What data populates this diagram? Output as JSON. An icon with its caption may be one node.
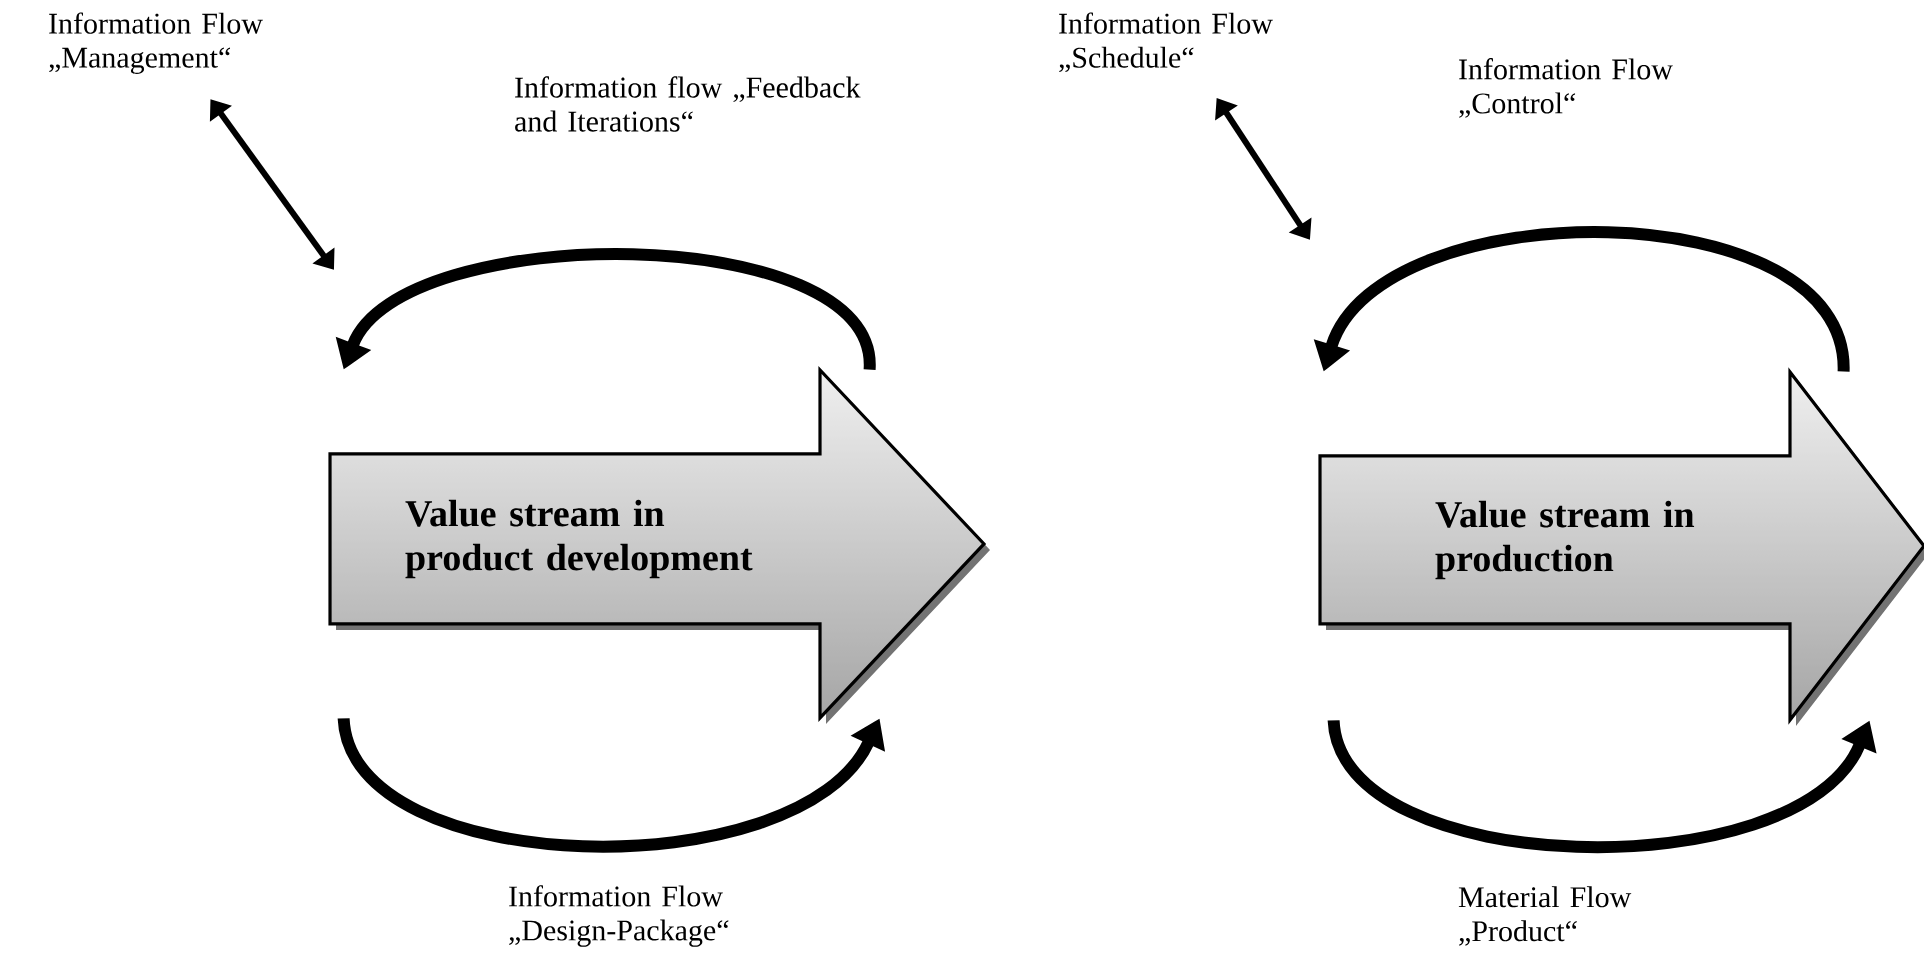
{
  "diagram": {
    "nodes": [
      {
        "text": [
          "Value stream in product development"
        ]
      },
      {
        "text": [
          "Value stream in production"
        ]
      },
      {
        "text": [
          "Information Flow „Management“"
        ]
      },
      {
        "text": [
          "Information Flow „Schedule“"
        ]
      }
    ],
    "edges": [
      {
        "from": 0,
        "to": 0,
        "arrow": "to",
        "label": "Information flow „Feedback and Iterations“"
      },
      {
        "from": 0,
        "to": 0,
        "arrow": "to",
        "label": "Information Flow „Design-Package“"
      },
      {
        "from": 1,
        "to": 1,
        "arrow": "to",
        "label": "Information Flow „Control“"
      },
      {
        "from": 1,
        "to": 1,
        "arrow": "to",
        "label": "Material Flow „Product“"
      },
      {
        "from": 2,
        "to": null,
        "arrow": "both"
      },
      {
        "from": 3,
        "to": null,
        "arrow": "both"
      }
    ]
  }
}
